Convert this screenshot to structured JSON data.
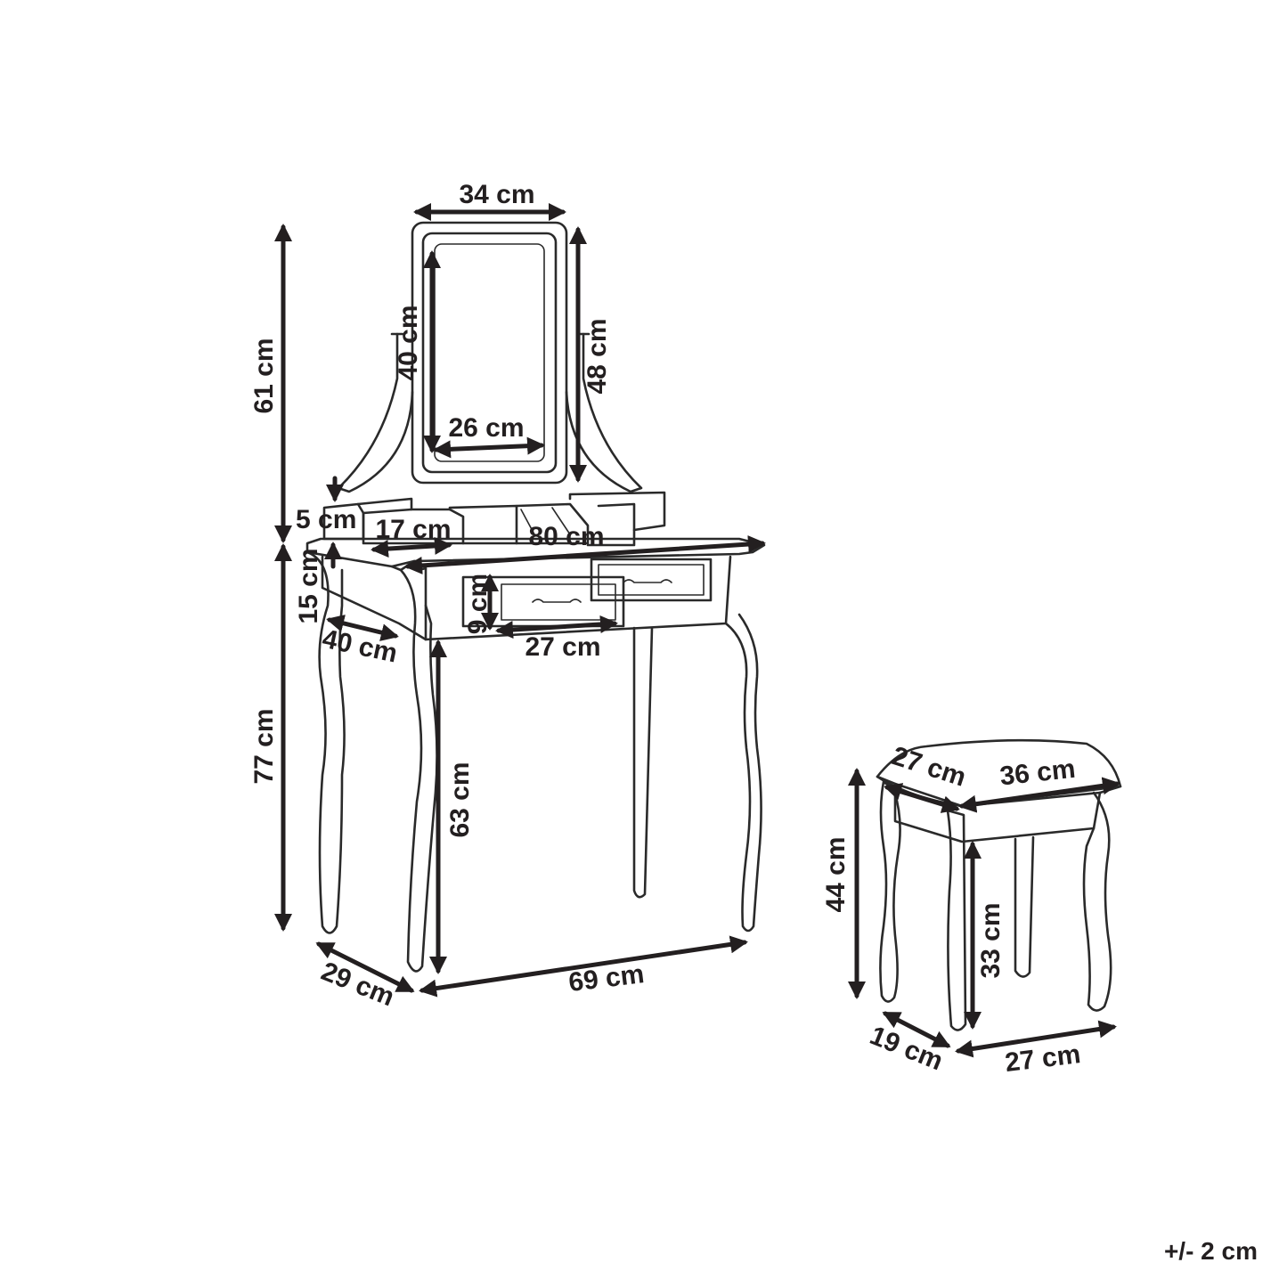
{
  "dimensions": {
    "mirror_width": "34 cm",
    "mirror_glass_height": "40 cm",
    "mirror_frame_height": "48 cm",
    "mirror_glass_width": "26 cm",
    "mirror_assembly_height": "61 cm",
    "organizer_height": "5 cm",
    "organizer_width": "17 cm",
    "table_top_width": "80 cm",
    "apron_height": "15 cm",
    "table_top_depth": "40 cm",
    "drawer_height": "9 cm",
    "drawer_width": "27 cm",
    "table_height": "77 cm",
    "leg_clearance_height": "63 cm",
    "base_depth": "29 cm",
    "base_width": "69 cm",
    "stool_seat_depth": "27 cm",
    "stool_seat_width": "36 cm",
    "stool_height": "44 cm",
    "stool_leg_height": "33 cm",
    "stool_base_depth": "19 cm",
    "stool_base_width": "27 cm"
  },
  "tolerance": "+/- 2 cm"
}
